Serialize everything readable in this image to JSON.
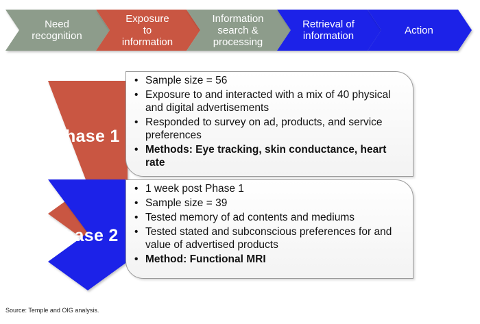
{
  "process_steps": [
    {
      "label": "Need\nrecognition",
      "color": "#8d9c8b",
      "icon": "chevron-arrow"
    },
    {
      "label": "Exposure\nto\ninformation",
      "color": "#c95643",
      "icon": "chevron-arrow"
    },
    {
      "label": "Information\nsearch &\nprocessing",
      "color": "#8d9c8b",
      "icon": "chevron-arrow"
    },
    {
      "label": "Retrieval of\ninformation",
      "color": "#1a24e8",
      "icon": "chevron-arrow"
    },
    {
      "label": "Action",
      "color": "#1a24e8",
      "icon": "chevron-arrow"
    }
  ],
  "phases": [
    {
      "label": "Phase 1",
      "color": "#c95643",
      "bullets": [
        {
          "text": "Sample size = 56",
          "bold": false
        },
        {
          "text": "Exposure to and interacted with a mix of 40 physical and digital advertisements",
          "bold": false
        },
        {
          "text": "Responded to survey on ad, products, and service preferences",
          "bold": false
        },
        {
          "text": "Methods: Eye tracking, skin conductance, heart rate",
          "bold": true
        }
      ]
    },
    {
      "label": "Phase 2",
      "color": "#1a24e8",
      "bullets": [
        {
          "text": "1 week post Phase 1",
          "bold": false
        },
        {
          "text": "Sample size = 39",
          "bold": false
        },
        {
          "text": "Tested memory of ad contents and mediums",
          "bold": false
        },
        {
          "text": "Tested stated and subconscious preferences for and value of advertised products",
          "bold": false
        },
        {
          "text": "Method: Functional MRI",
          "bold": true
        }
      ]
    }
  ],
  "source": "Source: Temple and OIG analysis."
}
